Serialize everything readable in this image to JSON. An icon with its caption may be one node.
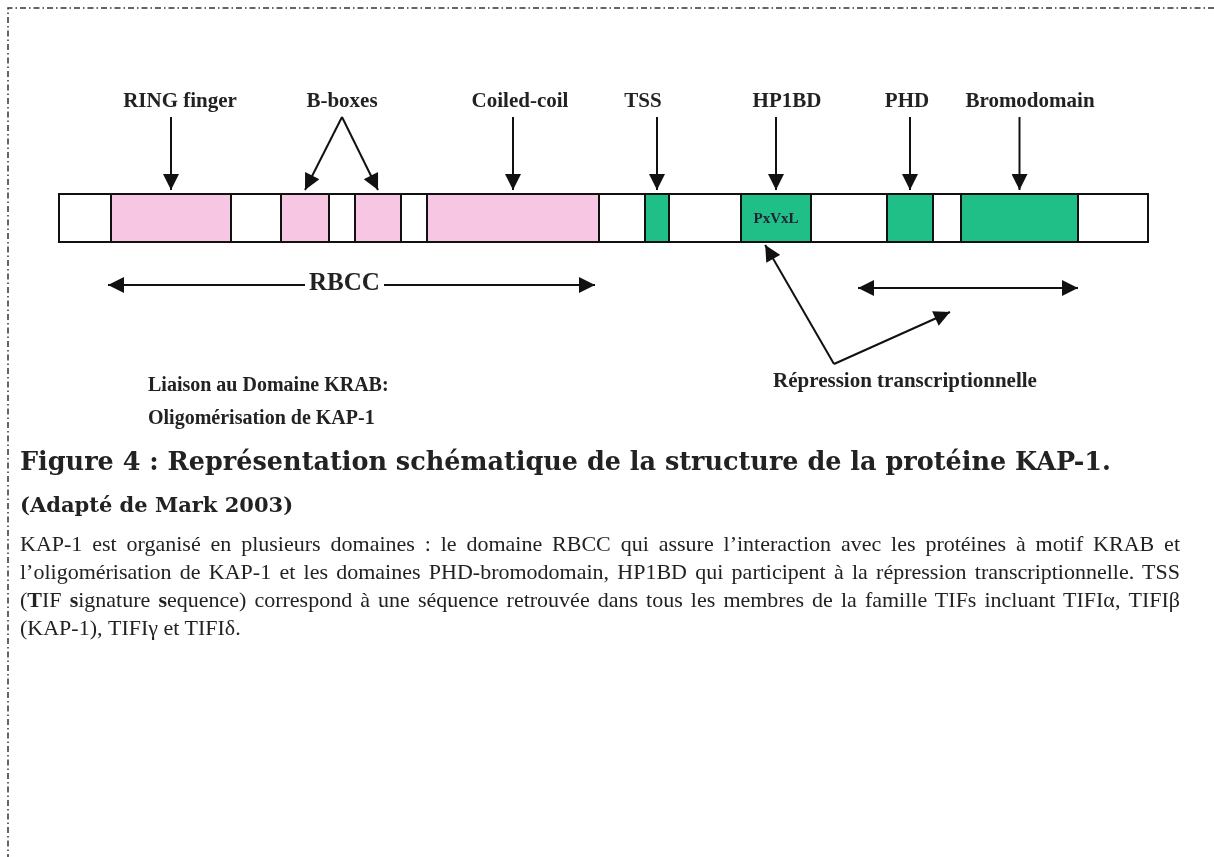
{
  "diagram": {
    "title": "Figure 4 : Représentation schématique de la structure de la protéine KAP-1.",
    "caption": "KAP-1 est organisé en plusieurs domaines : le domaine RBCC qui assure l’interaction avec les protéines à motif KRAB et l’oligomérisation de KAP-1 et les domaines PHD-bromodomain, HP1BD qui participent à la répression transcriptionnelle. TSS (**T**IF **s**ignature **s**equence) correspond à une séquence retrouvée dans tous les membres de la famille TIFs incluant TIFIα, TIFIβ (KAP-1), TIFIγ et TIFIδ.",
    "nodes": [
      {
        "text": [
          "RING finger"
        ]
      },
      {
        "text": [
          "B-boxes"
        ]
      },
      {
        "text": [
          "Coiled-coil"
        ]
      },
      {
        "text": [
          "TSS"
        ]
      },
      {
        "text": [
          "HP1BD"
        ]
      },
      {
        "text": [
          "PHD"
        ]
      },
      {
        "text": [
          "Bromodomain"
        ]
      },
      {
        "text": [],
        "shape": "bar"
      },
      {
        "text": [],
        "shape": "box",
        "in": 7
      },
      {
        "text": [],
        "shape": "box",
        "in": 7
      },
      {
        "text": [],
        "shape": "box",
        "in": 7
      },
      {
        "text": [],
        "shape": "box",
        "in": 7
      },
      {
        "text": [],
        "shape": "box",
        "in": 7
      },
      {
        "text": [
          "PxVxL"
        ],
        "in": 7
      },
      {
        "text": [],
        "shape": "box",
        "in": 7
      },
      {
        "text": [],
        "shape": "box",
        "in": 7
      },
      {
        "text": [
          "Répression transcriptionnelle"
        ]
      }
    ],
    "edges": [
      {
        "from": 0,
        "to": 8,
        "arrow": "to"
      },
      {
        "from": 1,
        "to": 9,
        "arrow": "to"
      },
      {
        "from": 1,
        "to": 10,
        "arrow": "to"
      },
      {
        "from": 2,
        "to": 11,
        "arrow": "to"
      },
      {
        "from": 3,
        "to": 12,
        "arrow": "to"
      },
      {
        "from": 4,
        "to": 13,
        "arrow": "to"
      },
      {
        "from": 5,
        "to": 14,
        "arrow": "to"
      },
      {
        "from": 6,
        "to": 15,
        "arrow": "to"
      },
      {
        "from": 16,
        "to": 13,
        "arrow": "to"
      },
      {
        "from": 16,
        "to": null,
        "arrow": "to"
      }
    ],
    "labels": [
      "RBCC",
      "Liaison au Domaine KRAB: Oligomérisation de KAP-1",
      "(Adapté de Mark 2003)"
    ]
  }
}
